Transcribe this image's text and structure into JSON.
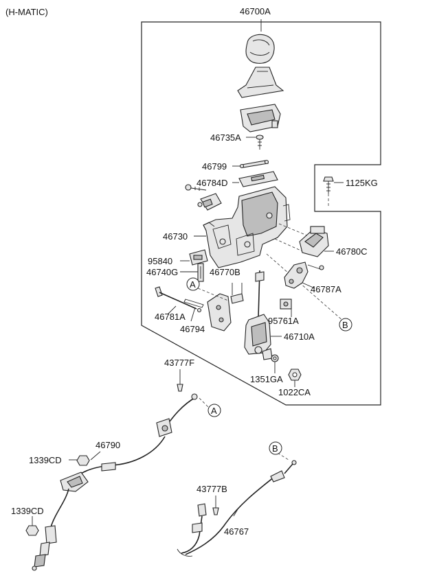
{
  "title": "(H-MATIC)",
  "callouts": {
    "ref_a": "A",
    "ref_b": "B"
  },
  "parts": {
    "p46700A": "46700A",
    "p46735A": "46735A",
    "p46799": "46799",
    "p46784D": "46784D",
    "p1125KG": "1125KG",
    "p46730": "46730",
    "p46780C": "46780C",
    "p95840": "95840",
    "p46740G": "46740G",
    "p46770B": "46770B",
    "p46787A": "46787A",
    "p46781A": "46781A",
    "p46794": "46794",
    "p95761A": "95761A",
    "p46710A": "46710A",
    "p43777F": "43777F",
    "p1351GA": "1351GA",
    "p1022CA": "1022CA",
    "p46790": "46790",
    "p1339CD_a": "1339CD",
    "p1339CD_b": "1339CD",
    "p43777B": "43777B",
    "p46767": "46767"
  }
}
